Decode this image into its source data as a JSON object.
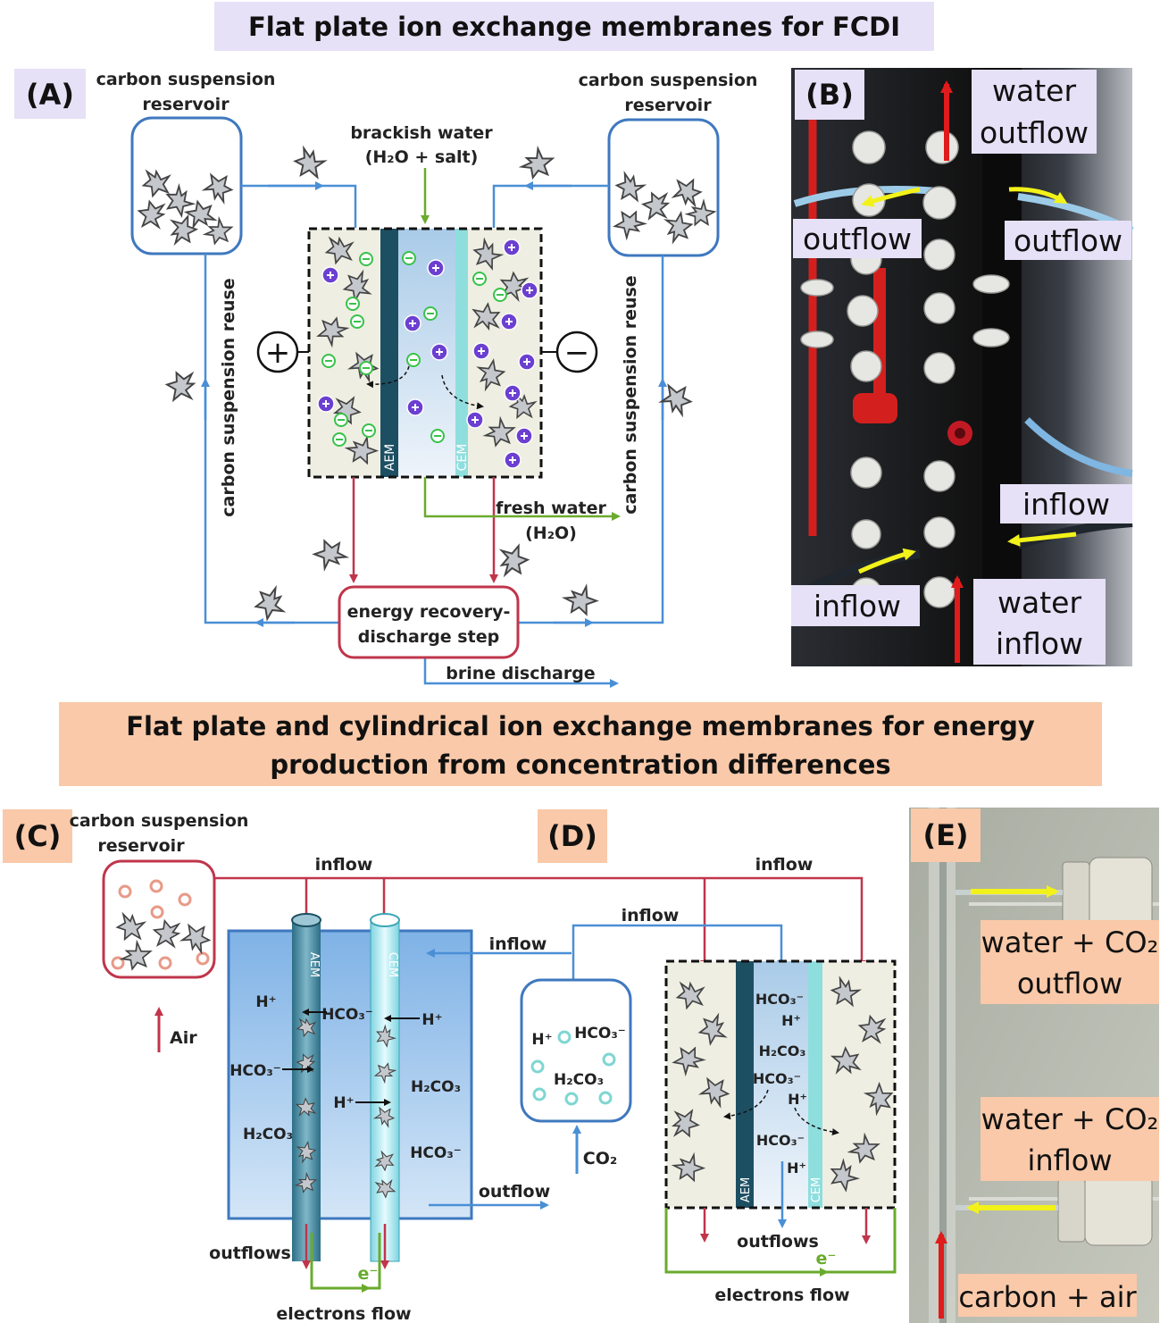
{
  "headers": {
    "top": "Flat plate ion exchange membranes for FCDI",
    "bottom_line1": "Flat plate and cylindrical ion exchange membranes for energy",
    "bottom_line2": "production from concentration differences"
  },
  "colors": {
    "purple_band": "#e6e1f7",
    "salmon_band": "#f9c9a9",
    "blue_flow": "#4a8fd6",
    "red_flow": "#c0354b",
    "green_flow": "#6aab2e",
    "aem": "#1d4f63",
    "cem": "#8fdede"
  },
  "panel_a": {
    "tag": "(A)",
    "reservoir_left_l1": "carbon suspension",
    "reservoir_left_l2": "reservoir",
    "reservoir_right_l1": "carbon suspension",
    "reservoir_right_l2": "reservoir",
    "brackish_l1": "brackish water",
    "brackish_l2": "(H₂O + salt)",
    "reuse_left": "carbon suspension reuse",
    "reuse_right": "carbon suspension reuse",
    "plus": "+",
    "minus": "−",
    "aem": "AEM",
    "cem": "CEM",
    "fresh_l1": "fresh water",
    "fresh_l2": "(H₂O)",
    "energy_l1": "energy recovery-",
    "energy_l2": "discharge step",
    "brine": "brine discharge"
  },
  "panel_b": {
    "tag": "(B)",
    "water_outflow_l1": "water",
    "water_outflow_l2": "outflow",
    "outflow_left": "outflow",
    "outflow_right": "outflow",
    "inflow_right": "inflow",
    "inflow_left": "inflow",
    "water_inflow_l1": "water",
    "water_inflow_l2": "inflow"
  },
  "panel_c": {
    "tag": "(C)",
    "reservoir_l1": "carbon suspension",
    "reservoir_l2": "reservoir",
    "air": "Air",
    "inflow_top": "inflow",
    "inflow_side": "inflow",
    "aem": "AEM",
    "cem": "CEM",
    "h_plus": "H⁺",
    "hco3_a": "HCO₃⁻",
    "hco3_b": "HCO₃⁻",
    "h_plus_b": "H⁺",
    "h_plus_c": "H⁺",
    "h2co3_a": "H₂CO₃",
    "h2co3_b": "H₂CO₃",
    "hco3_c": "HCO₃⁻",
    "outflow": "outflow",
    "outflows": "outflows",
    "electron": "e⁻",
    "electrons_flow": "electrons flow"
  },
  "panel_d": {
    "tag": "(D)",
    "inflow_top": "inflow",
    "inflow_mid": "inflow",
    "h_plus": "H⁺",
    "hco3": "HCO₃⁻",
    "h2co3": "H₂CO₃",
    "co2": "CO₂",
    "cell_hco3_1": "HCO₃⁻",
    "cell_h_1": "H⁺",
    "cell_h2co3": "H₂CO₃",
    "cell_hco3_2": "HCO₃⁻",
    "cell_h_2": "H⁺",
    "cell_hco3_3": "HCO₃⁻",
    "cell_h_3": "H⁺",
    "aem": "AEM",
    "cem": "CEM",
    "outflows": "outflows",
    "electron": "e⁻",
    "electrons_flow": "electrons flow"
  },
  "panel_e": {
    "tag": "(E)",
    "outflow_l1": "water + CO₂",
    "outflow_l2": "outflow",
    "inflow_l1": "water + CO₂",
    "inflow_l2": "inflow",
    "carbon_air": "carbon + air"
  }
}
